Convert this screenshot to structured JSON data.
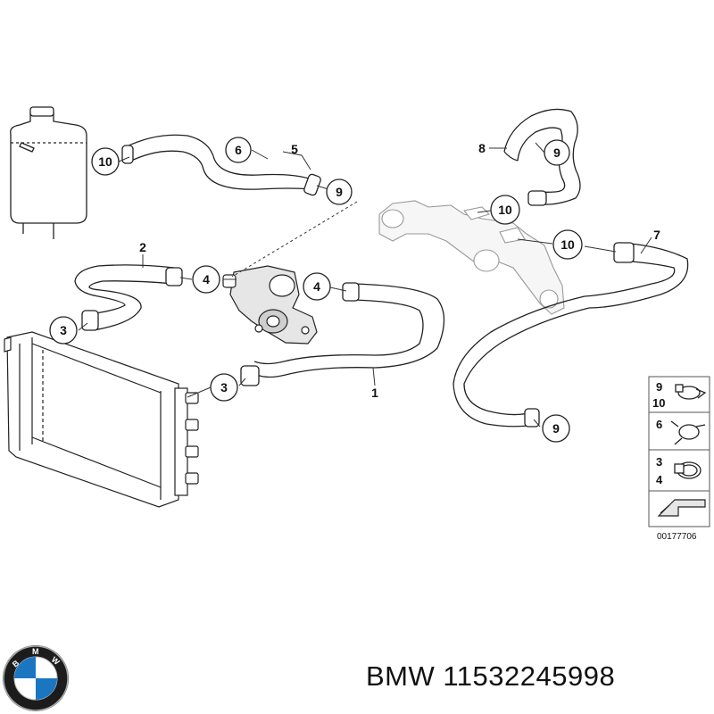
{
  "diagram": {
    "callouts": {
      "c10_top": "10",
      "c6": "6",
      "c9_top": "9",
      "c9_right_top": "9",
      "c10_mid": "10",
      "c10_right": "10",
      "c4_left": "4",
      "c4_right": "4",
      "c3_left": "3",
      "c3_bottom": "3",
      "c9_bottom": "9"
    },
    "labels": {
      "l5": "5",
      "l8": "8",
      "l2": "2",
      "l7": "7",
      "l1": "1"
    },
    "legend": {
      "row1_a": "9",
      "row1_b": "10",
      "row2": "6",
      "row3_a": "3",
      "row3_b": "4"
    },
    "diagram_code": "00177706"
  },
  "logo": {
    "letters": [
      "B",
      "M",
      "W"
    ]
  },
  "footer": {
    "title": "BMW 11532245998"
  }
}
